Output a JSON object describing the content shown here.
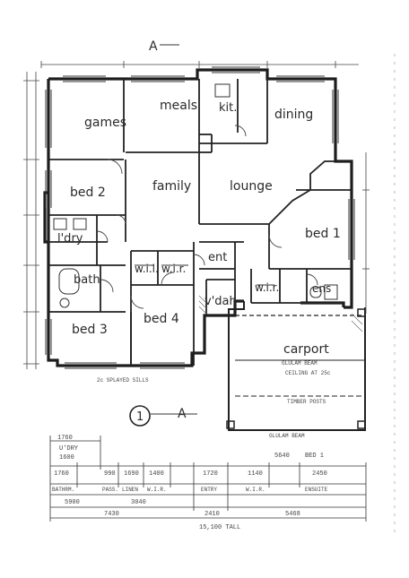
{
  "plan": {
    "section_marker": "A",
    "section_marker_bottom": "A",
    "section_number": "1",
    "rooms": {
      "games": "games",
      "meals": "meals",
      "kit": "kit.",
      "dining": "dining",
      "bed2": "bed 2",
      "family": "family",
      "lounge": "lounge",
      "ldry": "l'dry",
      "bed1": "bed 1",
      "bath": "bath",
      "wil": "w.i.l.",
      "wir1": "w.i.r.",
      "ent": "ent",
      "vdah": "v'dah",
      "wir2": "w.i.r.",
      "ens": "ens",
      "bed3": "bed 3",
      "bed4": "bed 4",
      "carport": "carport"
    },
    "notes": {
      "carport_beam": "GLULAM BEAM",
      "carport_ceiling": "CEILING AT 25c",
      "carport_posts": "TIMBER POSTS",
      "bottom_beam": "GLULAM BEAM",
      "sills": "2c SPLAYED SILLS"
    },
    "dims": {
      "row1": [
        "1760",
        "U'DRY",
        "1600"
      ],
      "row2": [
        "1760",
        "990",
        "1690",
        "1400",
        "1720",
        "1140",
        "2450"
      ],
      "row2_labels": [
        "BATHRM.",
        "PASS.",
        "LINEN",
        "W.I.R.",
        "ENTRY",
        "W.I.R.",
        "ENSUITE"
      ],
      "row3": [
        "5900",
        "3040",
        "5640",
        "BED 1"
      ],
      "row4": [
        "7430",
        "2410",
        "5468"
      ],
      "total": "15,100 TALL"
    }
  }
}
